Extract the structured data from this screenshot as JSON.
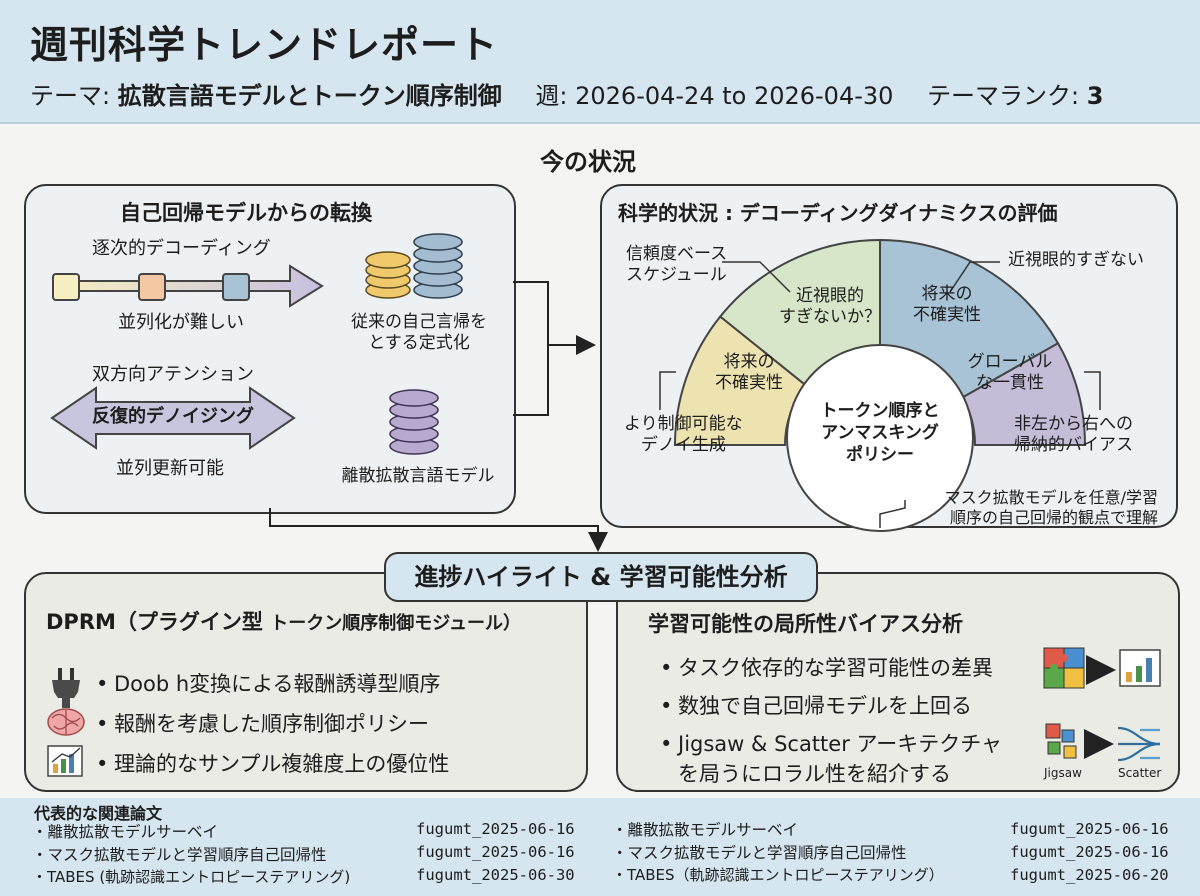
{
  "header": {
    "title": "週刊科学トレンドレポート",
    "theme_label": "テーマ:",
    "theme": "拡散言語モデルとトークン順序制御",
    "week_label": "週:",
    "week": "2026-04-24 to 2026-04-30",
    "rank_label": "テーマランク:",
    "rank": "3"
  },
  "situation": {
    "title": "今の状況",
    "left": {
      "title": "自己回帰モデルからの転換",
      "seq_label": "逐次的デコーディング",
      "seq_sub": "並列化が難しい",
      "ar_label_1": "従来の自己言帰を",
      "ar_label_2": "とする定式化",
      "bi_label": "双方向アテンション",
      "bi_arrow": "反復的デノイジング",
      "bi_sub": "並列更新可能",
      "diff_label": "離散拡散言語モデル"
    },
    "right": {
      "title": "科学的状況 : デコーディングダイナミクスの評価",
      "callout_confidence_1": "信頼度ベース",
      "callout_confidence_2": "スケジュール",
      "callout_myopic": "近視眼的すぎない",
      "callout_control_1": "より制御可能な",
      "callout_control_2": "デノイ生成",
      "callout_bias_1": "非左から右への",
      "callout_bias_2": "帰納的バイアス",
      "callout_mask_1": "マスク拡散モデルを任意/学習",
      "callout_mask_2": "順序の自己回帰的観点で理解",
      "seg_green_1": "近視眼的",
      "seg_green_2": "すぎないか？",
      "seg_blue_1": "将来の",
      "seg_blue_2": "不確実性",
      "seg_yellow_1": "将来の",
      "seg_yellow_2": "不確実性",
      "seg_purple_1": "グローバル",
      "seg_purple_2": "な一貫性",
      "center_1": "トークン順序と",
      "center_2": "アンマスキング",
      "center_3": "ポリシー"
    }
  },
  "progress": {
    "title": "進捗ハイライト & 学習可能性分析",
    "left": {
      "title_a": "DPRM（プラグイン型",
      "title_b": "トークン順序制御モジュール）",
      "bullets": [
        "Doob h変換による報酬誘導型順序",
        "報酬を考慮した順序制御ポリシー",
        "理論的なサンプル複雑度上の優位性"
      ]
    },
    "right": {
      "title": "学習可能性の局所性バイアス分析",
      "bullets": [
        "タスク依存的な学習可能性の差異",
        "数独で自己回帰モデルを上回る",
        "Jigsaw & Scatter アーキテクチャ",
        "を局うにロラル性を紹介する"
      ],
      "icon_jigsaw": "Jigsaw",
      "icon_scatter": "Scatter"
    }
  },
  "footer": {
    "title": "代表的な関連論文",
    "left": [
      {
        "name": "・離散拡散モデルサーベイ",
        "date": "fugumt_2025-06-16"
      },
      {
        "name": "・マスク拡散モデルと学習順序自己回帰性",
        "date": "fugumt_2025-06-16"
      },
      {
        "name": "・TABES (軌跡認識エントロピーステアリング)",
        "date": "fugumt_2025-06-30"
      }
    ],
    "right": [
      {
        "name": "・離散拡散モデルサーベイ",
        "date": "fugumt_2025-06-16"
      },
      {
        "name": "・マスク拡散モデルと学習順序自己回帰性",
        "date": "fugumt_2025-06-16"
      },
      {
        "name": "・TABES（軌跡認識エントロピーステアリング）",
        "date": "fugumt_2025-06-20"
      }
    ]
  },
  "colors": {
    "header_bg": "#d6e6f1",
    "green": "#d7e6c8",
    "blue": "#a9c3d6",
    "yellow": "#ece3b0",
    "purple": "#c5bdd8",
    "orange": "#f3c8a2"
  }
}
